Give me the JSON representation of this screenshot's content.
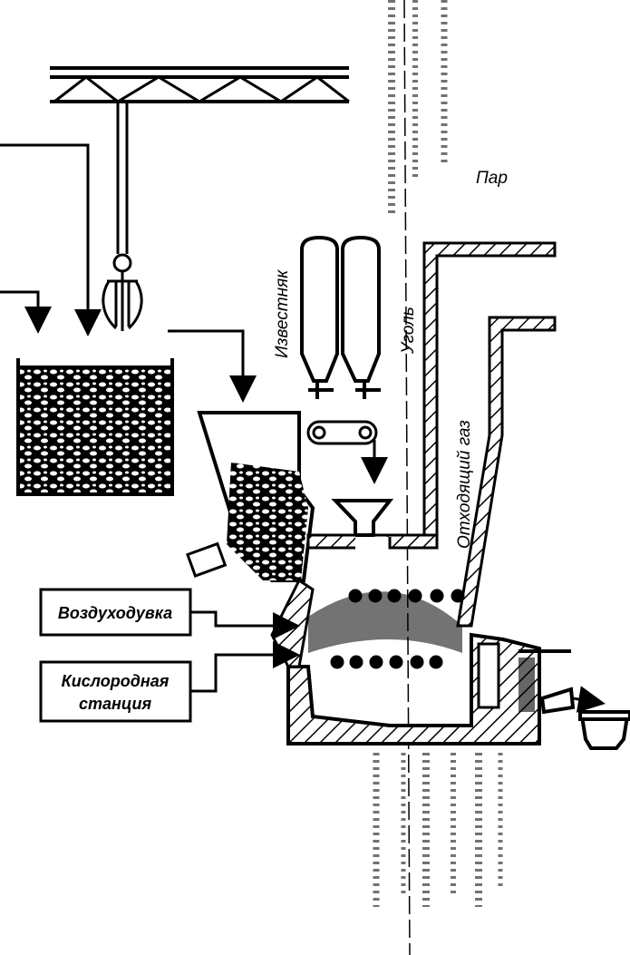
{
  "diagram": {
    "labels": {
      "steam": "Пар",
      "limestone": "Известняк",
      "coal": "Уголь",
      "off_gas": "Отходящий газ",
      "blower": "Воздуходувка",
      "oxygen_station_line1": "Кислородная",
      "oxygen_station_line2": "станция"
    },
    "colors": {
      "ink": "#000000",
      "paper": "#ffffff"
    }
  }
}
